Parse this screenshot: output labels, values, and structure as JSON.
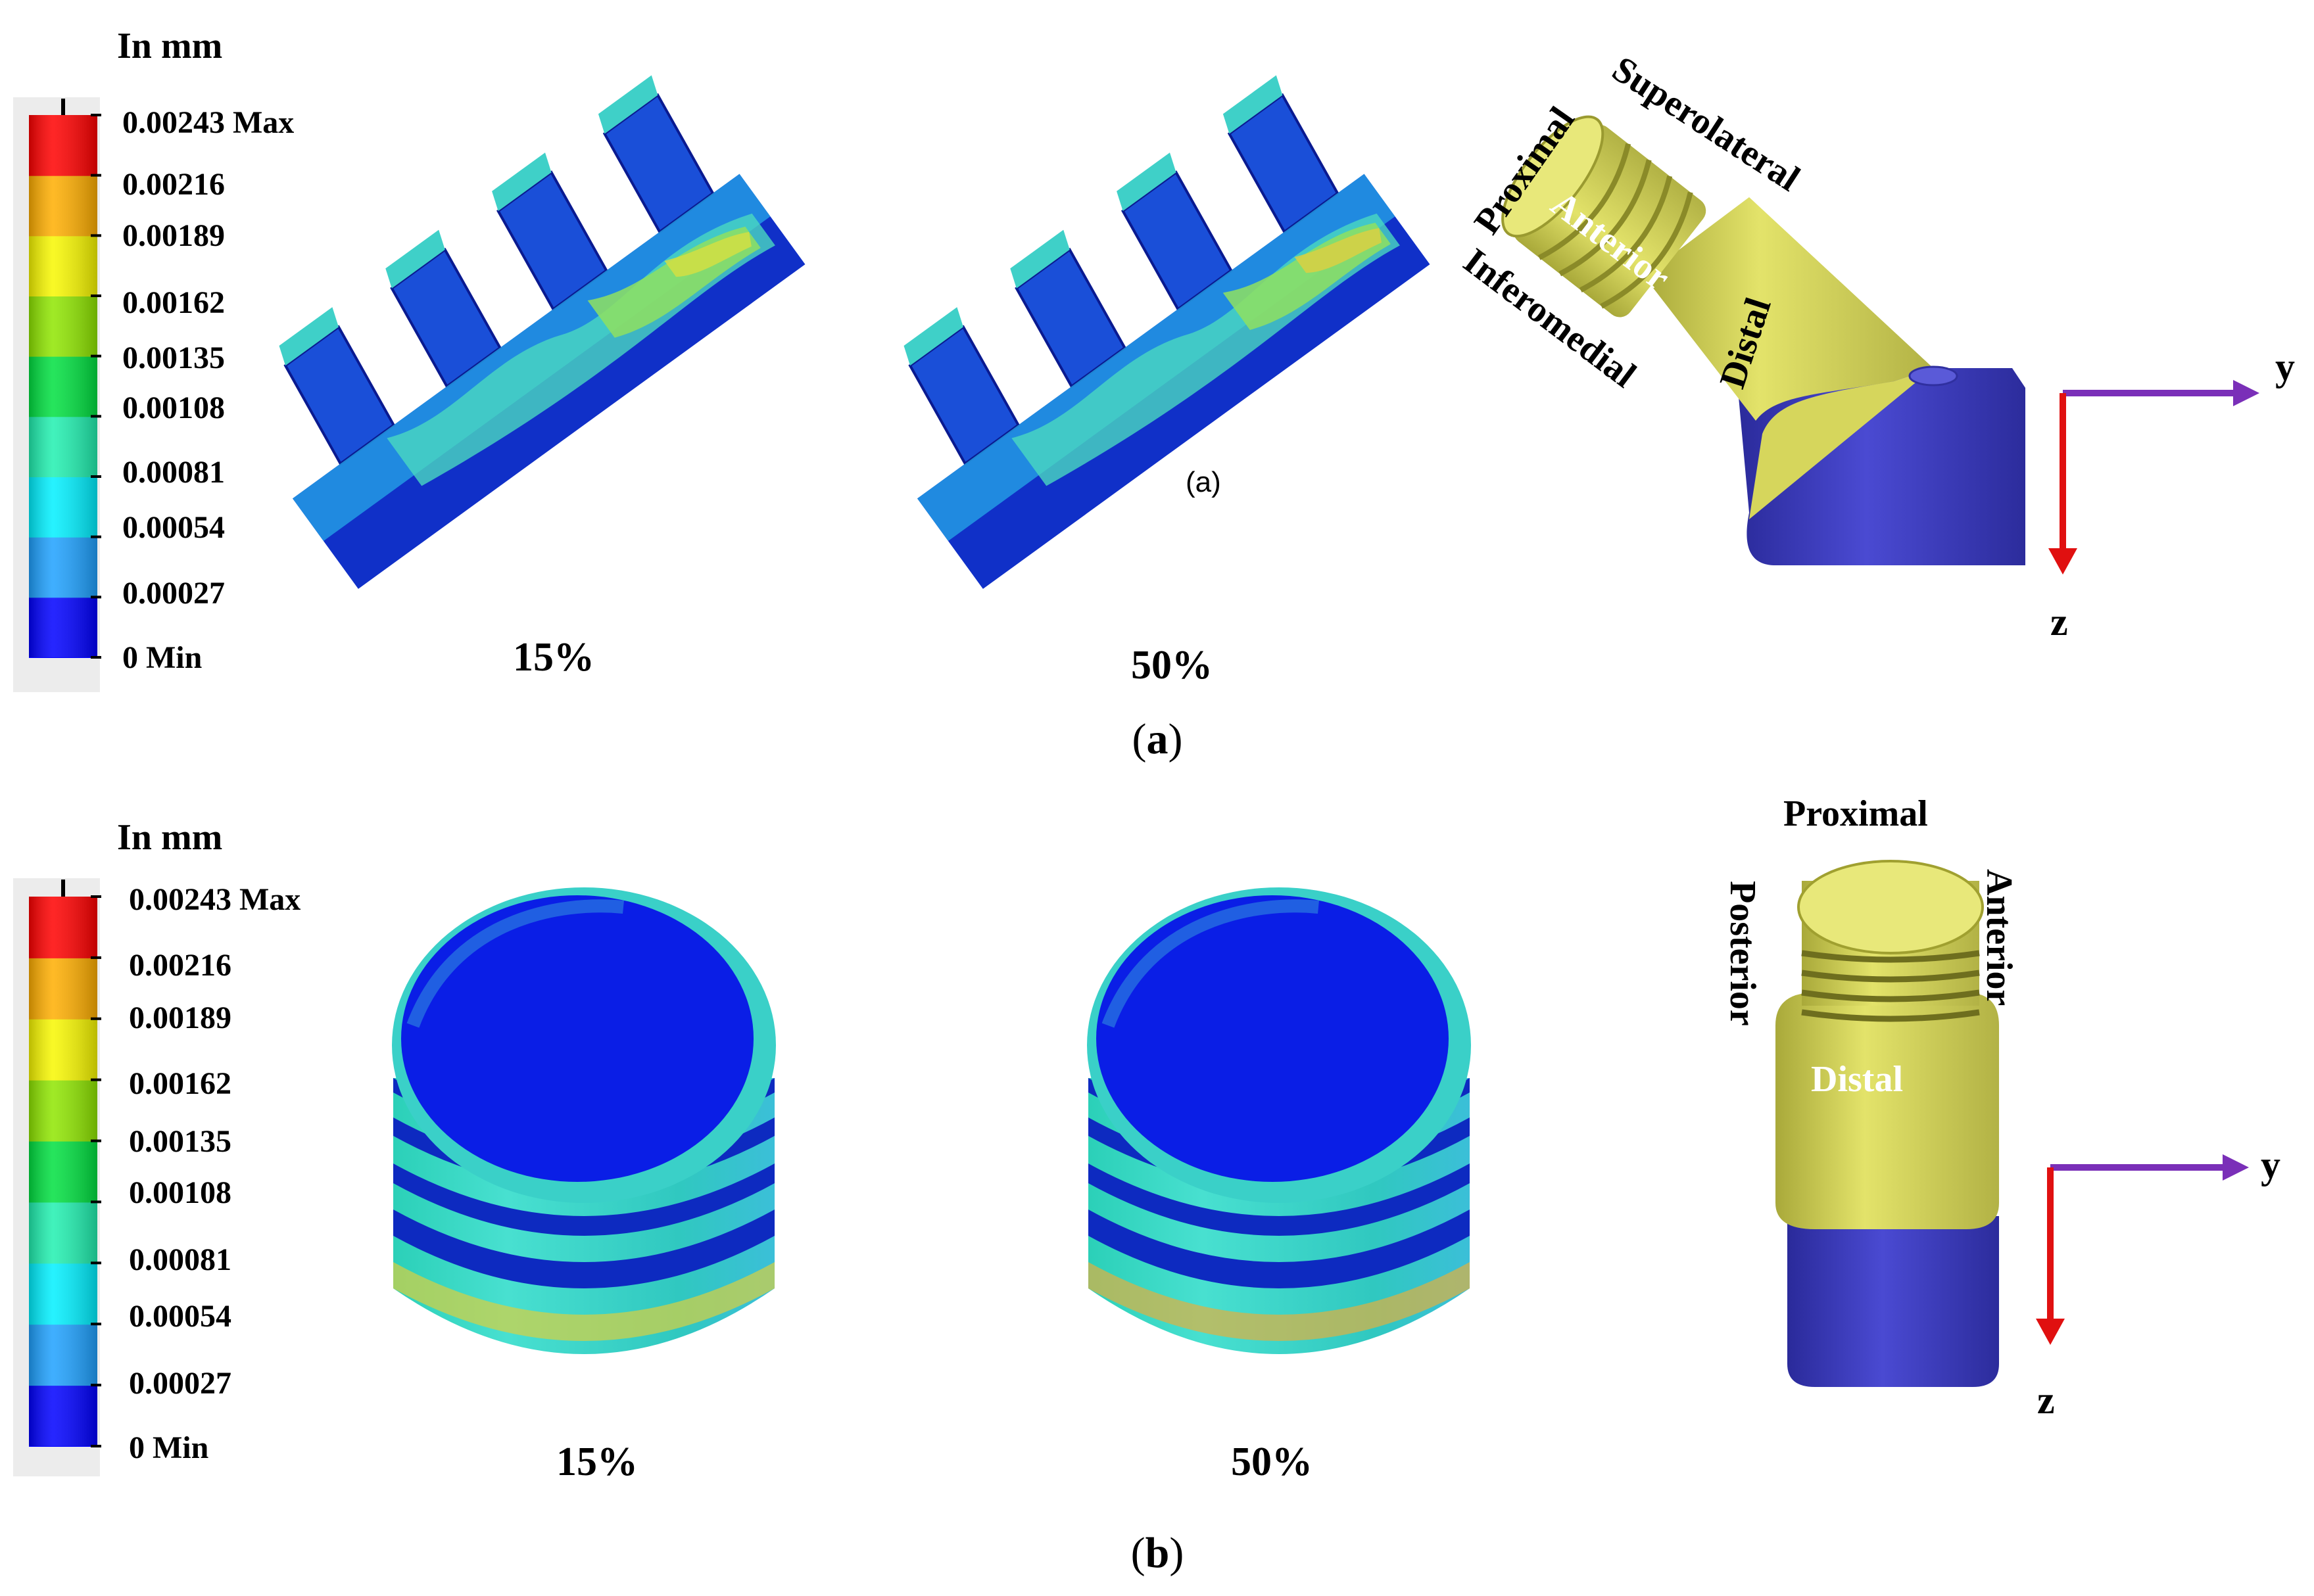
{
  "figure": {
    "legend_colors": [
      "#0000ff",
      "#1ea1ff",
      "#00f0ff",
      "#20f0b0",
      "#00e040",
      "#8fe600",
      "#f8f800",
      "#ffae00",
      "#ff0000"
    ],
    "panel_a": {
      "unit_label": "In mm",
      "legend_ticks": [
        "0.00243 Max",
        "0.00216",
        "0.00189",
        "0.00162",
        "0.00135",
        "0.00108",
        "0.00081",
        "0.00054",
        "0.00027",
        "0 Min"
      ],
      "model_1_caption": "15%",
      "model_2_caption": "50%",
      "stray_label": "(a)",
      "orientation_labels": {
        "proximal": "Proximal",
        "superolateral": "Superolateral",
        "anterior": "Anterior",
        "inferomedial": "Inferomedial",
        "distal": "Distal"
      },
      "axis_y": "y",
      "axis_z": "z",
      "caption_open": "(",
      "caption_letter": "a",
      "caption_close": ")"
    },
    "panel_b": {
      "unit_label": "In mm",
      "legend_ticks": [
        "0.00243 Max",
        "0.00216",
        "0.00189",
        "0.00162",
        "0.00135",
        "0.00108",
        "0.00081",
        "0.00054",
        "0.00027",
        "0 Min"
      ],
      "model_1_caption": "15%",
      "model_2_caption": "50%",
      "orientation_labels": {
        "proximal": "Proximal",
        "posterior": "Posterior",
        "anterior": "Anterior",
        "distal": "Distal"
      },
      "axis_y": "y",
      "axis_z": "z",
      "caption_open": "(",
      "caption_letter": "b",
      "caption_close": ")"
    }
  }
}
